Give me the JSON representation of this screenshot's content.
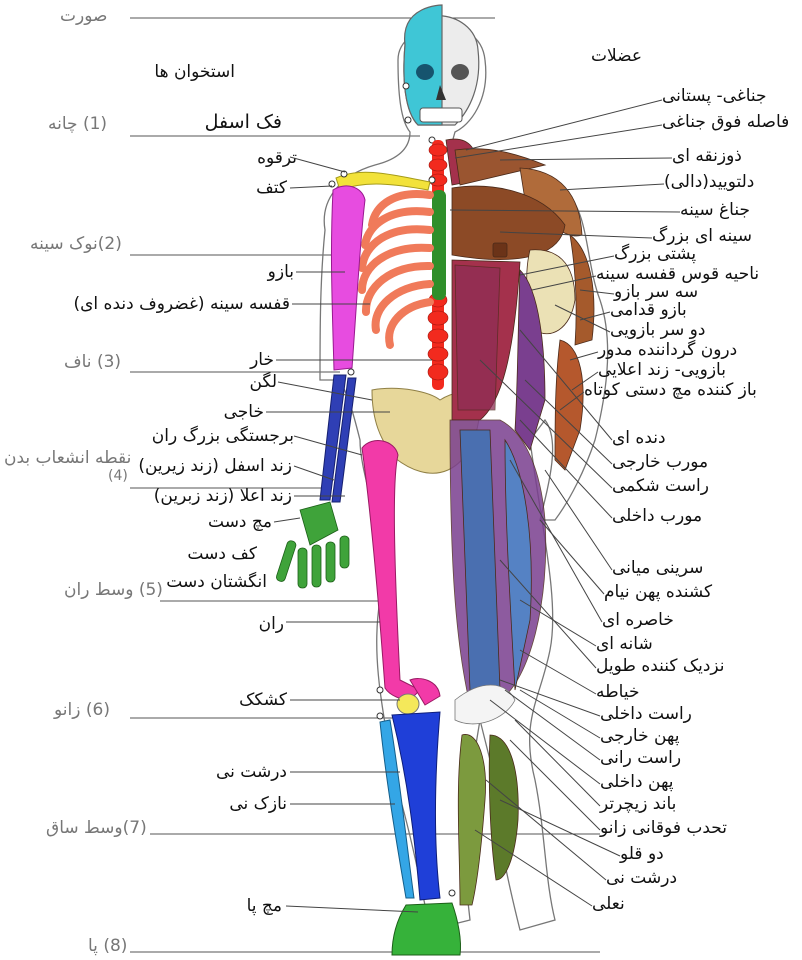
{
  "headings": {
    "bones": "استخوان ها",
    "muscles": "عضلات"
  },
  "landmarks": [
    {
      "id": "face",
      "text": "صورت"
    },
    {
      "id": "chin",
      "text": "(1) چانه"
    },
    {
      "id": "sternum",
      "text": "(2)نوک سینه"
    },
    {
      "id": "navel",
      "text": "(3) ناف"
    },
    {
      "id": "crotch",
      "text": "نقطه انشعاب بدن",
      "num": "(4)"
    },
    {
      "id": "midthigh",
      "text": "(5) وسط ران"
    },
    {
      "id": "knee",
      "text": "(6) زانو"
    },
    {
      "id": "midshin",
      "text": "(7)وسط ساق"
    },
    {
      "id": "foot",
      "text": "(8) پا"
    }
  ],
  "bones": [
    "فک اسفل",
    "ترقوه",
    "کتف",
    "بازو",
    "قفسه سینه (غضروف دنده ای)",
    "خار",
    "لگن",
    "خاجی",
    "برجستگی بزرگ ران",
    "زند اسفل (زند زیرین)",
    "زند اعلا (زند زبرین)",
    "مچ دست",
    "کف دست",
    "انگشتان دست",
    "ران",
    "کشکک",
    "درشت نی",
    "نازک نی",
    "مچ پا"
  ],
  "muscles": [
    "جناغی- پستانی",
    "فاصله فوق جناغی",
    "ذوزنقه ای",
    "دلتویید(دالی)",
    "جناغ سینه",
    "سینه ای بزرگ",
    "پشتی بزرگ",
    "ناحیه قوس قفسه سینه",
    "سه سر بازو",
    "بازو قدامی",
    "دو سر بازویی",
    "درون گرداننده مدور",
    "بازویی- زند اعلایی",
    "باز کننده مچ دستی کوتاه",
    "دنده ای",
    "مورب خارجی",
    "راست شکمی",
    "مورب داخلی",
    "سرینی میانی",
    "کشنده پهن نیام",
    "خاصره ای",
    "شانه ای",
    "نزدیک کننده طویل",
    "خیاطه",
    "راست داخلی",
    "پهن خارجی",
    "راست رانی",
    "پهن داخلی",
    "باند زیچرتر",
    "تحدب فوقانی زانو",
    "دو قلو",
    "درشت نی",
    "نعلی"
  ],
  "colors": {
    "skull": "#3fc6d6",
    "mandible": "#3fc6d6",
    "clavicle": "#f2e23a",
    "scapula": "#f2e23a",
    "humerus": "#e74ce0",
    "ribs": "#f07a5a",
    "spine": "#f22a1e",
    "sternum": "#2f8f2a",
    "pelvis": "#e7d79a",
    "radius_ulna": "#2f3fb5",
    "hand": "#3fa33a",
    "femur": "#f23aa8",
    "patella": "#f4e85a",
    "tibia": "#1f3fd8",
    "fibula": "#34a6e6",
    "foot": "#36b23a",
    "muscle_brown": "#9a5530",
    "muscle_red": "#a4314c",
    "muscle_purple": "#7a3f8f",
    "muscle_blue": "#4a6fb0",
    "muscle_green": "#7c9a3e"
  }
}
